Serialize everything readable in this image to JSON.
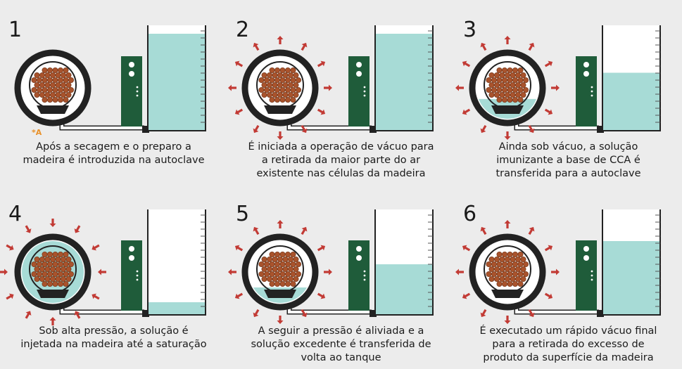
{
  "marker_label": "*A",
  "colors": {
    "background": "#ececec",
    "liquid": "#a7dbd6",
    "wood": "#a9532c",
    "pressure_arrow": "#c23b35",
    "control_box": "#1f5c3a",
    "outline": "#222222",
    "marker": "#e8912a"
  },
  "steps": [
    {
      "number": "1",
      "caption": [
        "Após a secagem e o preparo a",
        "madeira é introduzida na autoclave"
      ]
    },
    {
      "number": "2",
      "caption": [
        "É iniciada a operação de vácuo para",
        "a retirada da maior parte do ar",
        "existente nas células da madeira"
      ]
    },
    {
      "number": "3",
      "caption": [
        "Ainda sob vácuo, a solução",
        "imunizante a base de CCA é",
        "transferida para a autoclave"
      ]
    },
    {
      "number": "4",
      "caption": [
        "Sob alta pressão, a solução é",
        "injetada na madeira até a saturação"
      ]
    },
    {
      "number": "5",
      "caption": [
        "A seguir a pressão é aliviada e a",
        "solução excedente é transferida de",
        "volta ao tanque"
      ]
    },
    {
      "number": "6",
      "caption": [
        "É executado um rápido vácuo final",
        "para a retirada do excesso de",
        "produto da superfície da madeira"
      ]
    }
  ]
}
